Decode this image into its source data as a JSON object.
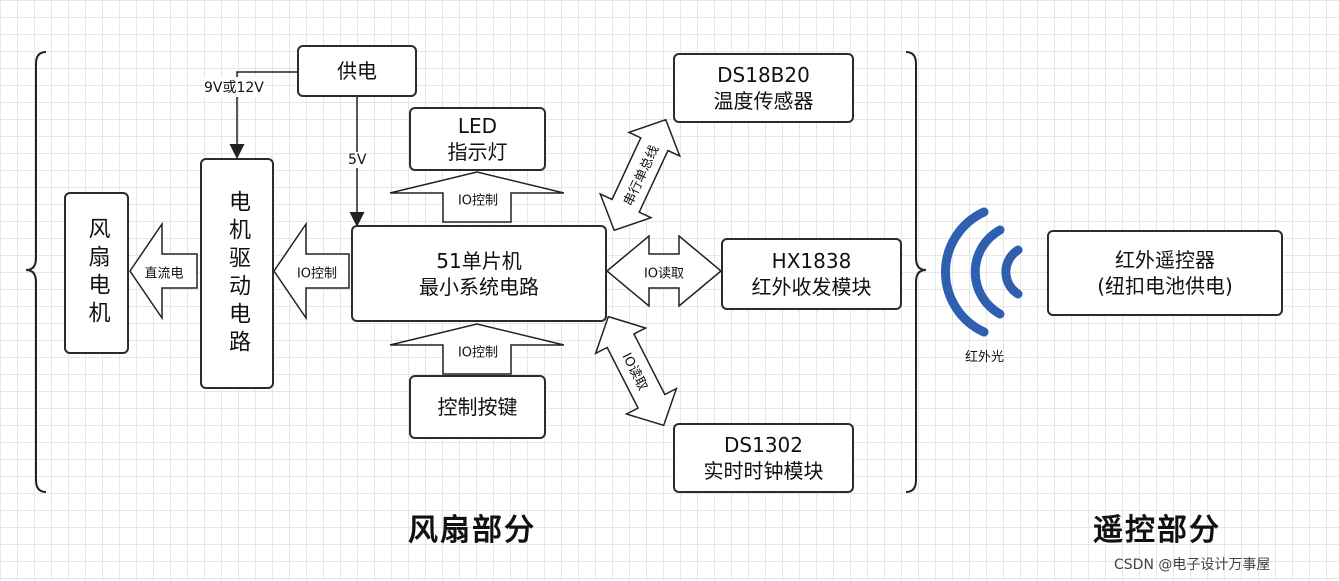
{
  "diagram": {
    "boxes": {
      "supply": [
        "供电"
      ],
      "motor_driver": [
        "电机驱动电路"
      ],
      "fan_motor": [
        "风扇电机"
      ],
      "mcu": [
        "51单片机",
        "最小系统电路"
      ],
      "led": [
        "LED",
        "指示灯"
      ],
      "keys": [
        "控制按键"
      ],
      "ds18b20": [
        "DS18B20",
        "温度传感器"
      ],
      "hx1838": [
        "HX1838",
        "红外收发模块"
      ],
      "ds1302": [
        "DS1302",
        "实时时钟模块"
      ],
      "remote": [
        "红外遥控器",
        "(纽扣电池供电)"
      ]
    },
    "line_labels": {
      "supply_9v_12v": "9V或12V",
      "supply_5v": "5V"
    },
    "arrow_labels": {
      "led_io": "IO控制",
      "driver_io": "IO控制",
      "dc": "直流电",
      "keys_io": "IO控制",
      "hx_io": "IO读取",
      "ds1302_io": "IO读取",
      "ds18b20_bus": "串行单总线"
    },
    "ir_label": "红外光",
    "section_titles": {
      "fan": "风扇部分",
      "remote": "遥控部分"
    },
    "watermark": "CSDN @电子设计万事屋"
  }
}
